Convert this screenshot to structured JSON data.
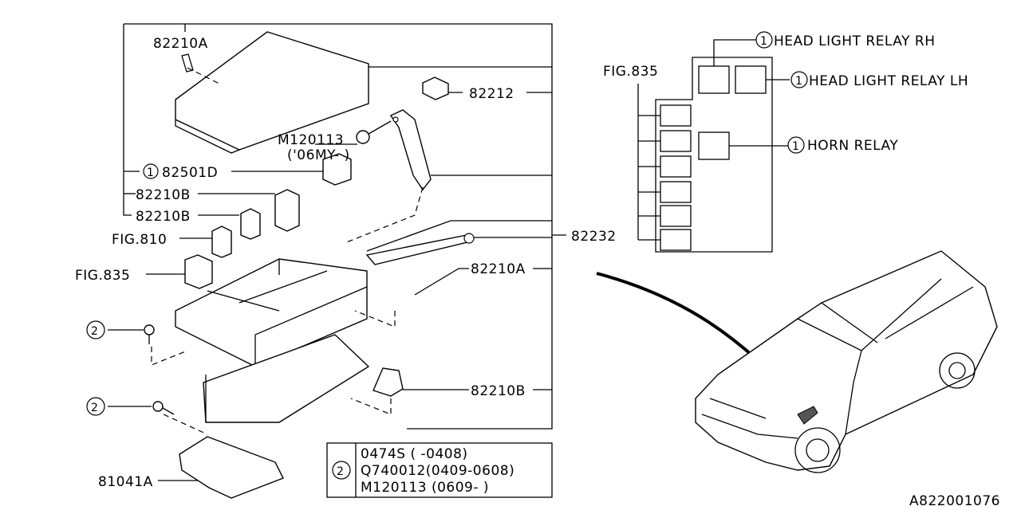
{
  "diagram": {
    "callouts": {
      "cover_clip": "82210A",
      "cover_part": "82212",
      "bolt": "M120113",
      "bolt_note": "('06MY-  )",
      "relay_num": "1",
      "relay": "82501D",
      "fuse_a": "82210B",
      "fuse_b": "82210B",
      "fig810": "FIG.810",
      "fig835": "FIG.835",
      "bolt_ref_1": "2",
      "bolt_ref_2": "2",
      "bracket": "81041A",
      "box_assy": "82232",
      "cable_clip": "82210A",
      "clamp": "82210B"
    },
    "relay_layout": {
      "fig": "FIG.835",
      "num1": "1",
      "head_rh": "HEAD LIGHT RELAY RH",
      "num2": "1",
      "head_lh": "HEAD LIGHT RELAY LH",
      "num3": "1",
      "horn": "HORN RELAY"
    },
    "ref_table": {
      "ref": "2",
      "rows": [
        "0474S  (  -0408)",
        "Q740012(0409-0608)",
        "M120113 (0609-  )"
      ]
    },
    "drawing_id": "A822001076"
  }
}
